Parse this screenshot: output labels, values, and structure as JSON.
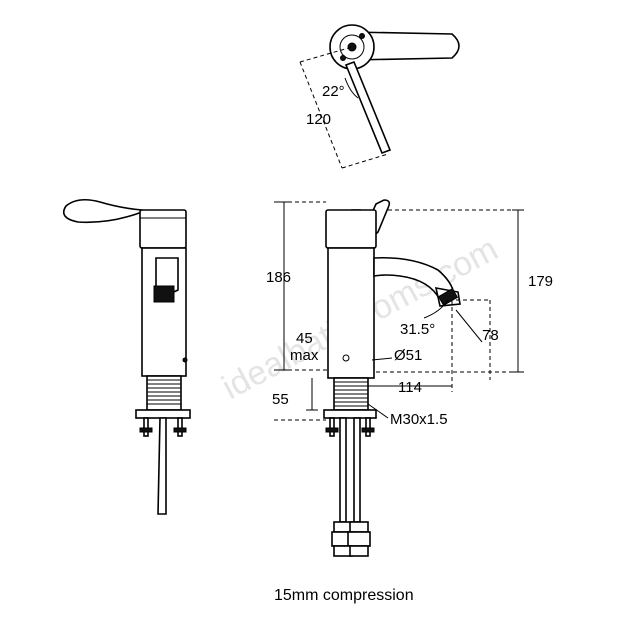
{
  "watermark": "idealbathrooms.com",
  "caption": "15mm compression",
  "dimensions": {
    "top_angle": "22°",
    "top_lever": "120",
    "height_total": "186",
    "height_spout": "179",
    "deck_max": "45",
    "deck_max_unit": "max",
    "thread_length": "55",
    "spout_angle": "31.5°",
    "spout_drop": "78",
    "body_diameter": "Ø51",
    "projection": "114",
    "thread_size": "M30x1.5"
  }
}
